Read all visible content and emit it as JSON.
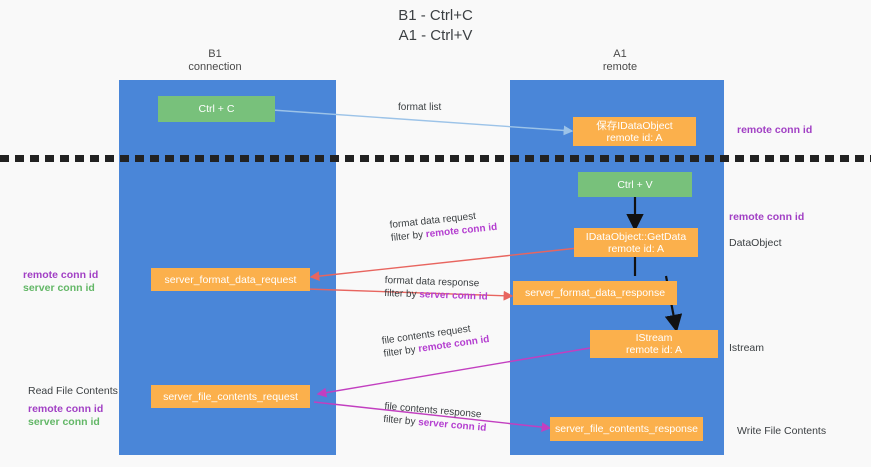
{
  "title": "B1 - Ctrl+C\nA1 - Ctrl+V",
  "lanes": [
    {
      "id": "b1",
      "title": "B1\nconnection"
    },
    {
      "id": "a1",
      "title": "A1\nremote"
    }
  ],
  "boxes": [
    {
      "name": "ctrl-c-box",
      "label": "Ctrl + C",
      "color": "#78c17b"
    },
    {
      "name": "idataobject-box",
      "label": "保存IDataObject\nremote id: A",
      "color": "#fbb04c"
    },
    {
      "name": "ctrl-v-box",
      "label": "Ctrl + V",
      "color": "#78c17b"
    },
    {
      "name": "getdata-box",
      "label": "IDataObject::GetData\nremote id: A",
      "color": "#fbb04c"
    },
    {
      "name": "server-format-data-request-box",
      "label": "server_format_data_request",
      "color": "#fbb04c"
    },
    {
      "name": "server-format-data-response-box",
      "label": "server_format_data_response",
      "color": "#fbb04c"
    },
    {
      "name": "istream-box",
      "label": "IStream\nremote id: A",
      "color": "#fbb04c"
    },
    {
      "name": "server-file-contents-request-box",
      "label": "server_file_contents_request",
      "color": "#fbb04c"
    },
    {
      "name": "server-file-contents-response-box",
      "label": "server_file_contents_response",
      "color": "#fbb04c"
    }
  ],
  "edge_labels": [
    {
      "name": "format-list-label",
      "line1": "format list",
      "line2": "",
      "key2": ""
    },
    {
      "name": "format-data-request-label",
      "line1": "format data request",
      "line2": "filter by ",
      "key2": "remote conn id"
    },
    {
      "name": "format-data-response-label",
      "line1": "format data response",
      "line2": "filter by ",
      "key2": "server conn id"
    },
    {
      "name": "file-contents-request-label",
      "line1": "file contents request",
      "line2": "filter by ",
      "key2": "remote conn id"
    },
    {
      "name": "file-contents-response-label",
      "line1": "file contents response",
      "line2": "filter by ",
      "key2": "server conn id"
    }
  ],
  "right_notes": [
    {
      "name": "note-remote-conn-id-top",
      "text": "remote conn id",
      "color": "#a13fc4"
    },
    {
      "name": "note-remote-conn-id-mid",
      "text": "remote conn id",
      "color": "#a13fc4"
    },
    {
      "name": "note-dataobject",
      "text": "DataObject",
      "color": "#3c4043"
    },
    {
      "name": "note-istream",
      "text": "Istream",
      "color": "#3c4043"
    },
    {
      "name": "note-write-file-contents",
      "text": "Write File Contents",
      "color": "#3c4043"
    }
  ],
  "left_notes": [
    {
      "name": "note-remote-conn-id-left",
      "text": "remote conn id",
      "color": "#a13fc4"
    },
    {
      "name": "note-server-conn-id-left",
      "text": "server conn id",
      "color": "#63b767"
    },
    {
      "name": "note-read-file-contents",
      "text": "Read File Contents",
      "color": "#3c4043"
    },
    {
      "name": "note-remote-conn-id-left2",
      "text": "remote conn id",
      "color": "#a13fc4"
    },
    {
      "name": "note-server-conn-id-left2",
      "text": "server conn id",
      "color": "#63b767"
    }
  ],
  "colors": {
    "lane": "#4a86d8",
    "green_box": "#78c17b",
    "orange_box": "#fbb04c",
    "arrow_blue": "#9cc3e8",
    "arrow_red": "#e8655f",
    "arrow_magenta": "#c23fc0",
    "arrow_black": "#000000",
    "divider": "#222222",
    "background": "#f9f9f9"
  }
}
